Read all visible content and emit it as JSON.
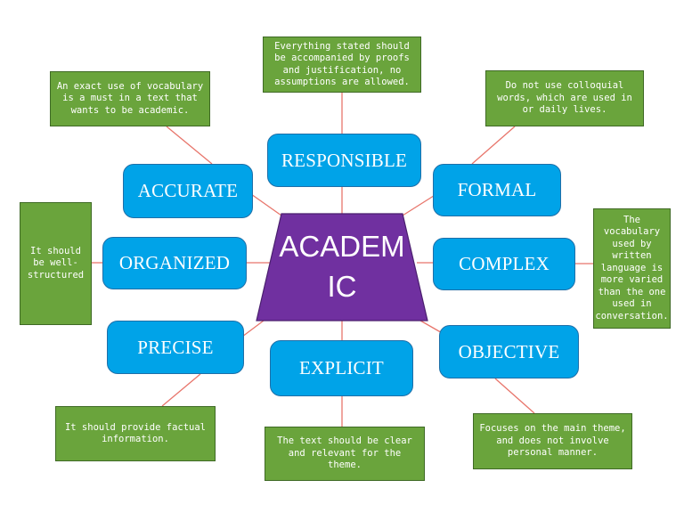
{
  "center": {
    "line1": "ACADEM",
    "line2": "IC"
  },
  "nodes": {
    "responsible": "RESPONSIBLE",
    "accurate": "ACCURATE",
    "formal": "FORMAL",
    "organized": "ORGANIZED",
    "complex": "COMPLEX",
    "precise": "PRECISE",
    "explicit": "EXPLICIT",
    "objective": "OBJECTIVE"
  },
  "notes": {
    "responsible": "Everything stated should be accompanied by proofs and justification, no assumptions are allowed.",
    "accurate": "An exact use of vocabulary is a must in a text that wants to be academic.",
    "formal": "Do not use colloquial words, which are used in or daily lives.",
    "organized": "It should be well-structured",
    "complex": "The vocabulary used by written language is more varied than the one used in conversation.",
    "precise": "It should provide factual information.",
    "explicit": "The text should be clear and relevant for the theme.",
    "objective": "Focuses on the main theme, and does not involve personal manner."
  },
  "colors": {
    "node": "#00a3e8",
    "note": "#6aa43c",
    "center": "#7030a0",
    "connector": "#e8756b"
  }
}
